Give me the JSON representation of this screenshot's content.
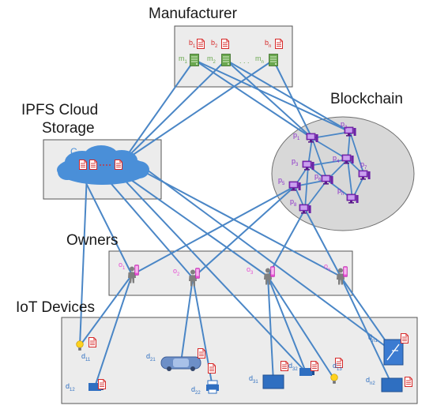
{
  "colors": {
    "edge": "#4a86c6",
    "box_fill": "#ececec",
    "peer_purple": "#8b2fc9",
    "manufacturer_green": "#6aa84f",
    "owner_pink": "#e64bd4",
    "device_blue": "#2f6fc1",
    "document_red": "#d62828"
  },
  "manufacturer": {
    "title": "Manufacturer",
    "blocks": [
      {
        "label": "b",
        "sub": "1"
      },
      {
        "label": "b",
        "sub": "2"
      },
      {
        "label": "b",
        "sub": "n"
      }
    ],
    "miners": [
      {
        "label": "m",
        "sub": "1"
      },
      {
        "label": "m",
        "sub": "2"
      },
      {
        "label": "m",
        "sub": "n"
      }
    ],
    "ellipsis": ". . ."
  },
  "ipfs": {
    "title_line1": "IPFS Cloud",
    "title_line2": "Storage",
    "cloud_label": "C",
    "icons": [
      "cloud-icon",
      "document-icon"
    ]
  },
  "blockchain": {
    "title": "Blockchain",
    "peers": [
      {
        "label": "p",
        "sub": "1"
      },
      {
        "label": "p",
        "sub": "2"
      },
      {
        "label": "p",
        "sub": "3"
      },
      {
        "label": "p",
        "sub": "4"
      },
      {
        "label": "p",
        "sub": "5"
      },
      {
        "label": "p",
        "sub": "6"
      },
      {
        "label": "p",
        "sub": "7"
      },
      {
        "label": "p",
        "sub": "8"
      },
      {
        "label": "p",
        "sub": "n"
      }
    ]
  },
  "owners": {
    "title": "Owners",
    "items": [
      {
        "label": "o",
        "sub": "1"
      },
      {
        "label": "o",
        "sub": "2"
      },
      {
        "label": "o",
        "sub": "3"
      },
      {
        "label": "o",
        "sub": "n"
      }
    ]
  },
  "devices": {
    "title": "IoT Devices",
    "items": [
      {
        "label": "d",
        "sub": "11",
        "icon": "lightbulb-icon"
      },
      {
        "label": "d",
        "sub": "12",
        "icon": "monitor-icon"
      },
      {
        "label": "d",
        "sub": "21",
        "icon": "car-icon"
      },
      {
        "label": "d",
        "sub": "22",
        "icon": "printer-icon"
      },
      {
        "label": "d",
        "sub": "31",
        "icon": "tv-icon"
      },
      {
        "label": "d",
        "sub": "32",
        "icon": "monitor-icon"
      },
      {
        "label": "d",
        "sub": "13",
        "icon": "lightbulb-icon"
      },
      {
        "label": "d",
        "sub": "n1",
        "icon": "thermostat-icon"
      },
      {
        "label": "d",
        "sub": "n2",
        "icon": "tv-icon"
      }
    ]
  }
}
